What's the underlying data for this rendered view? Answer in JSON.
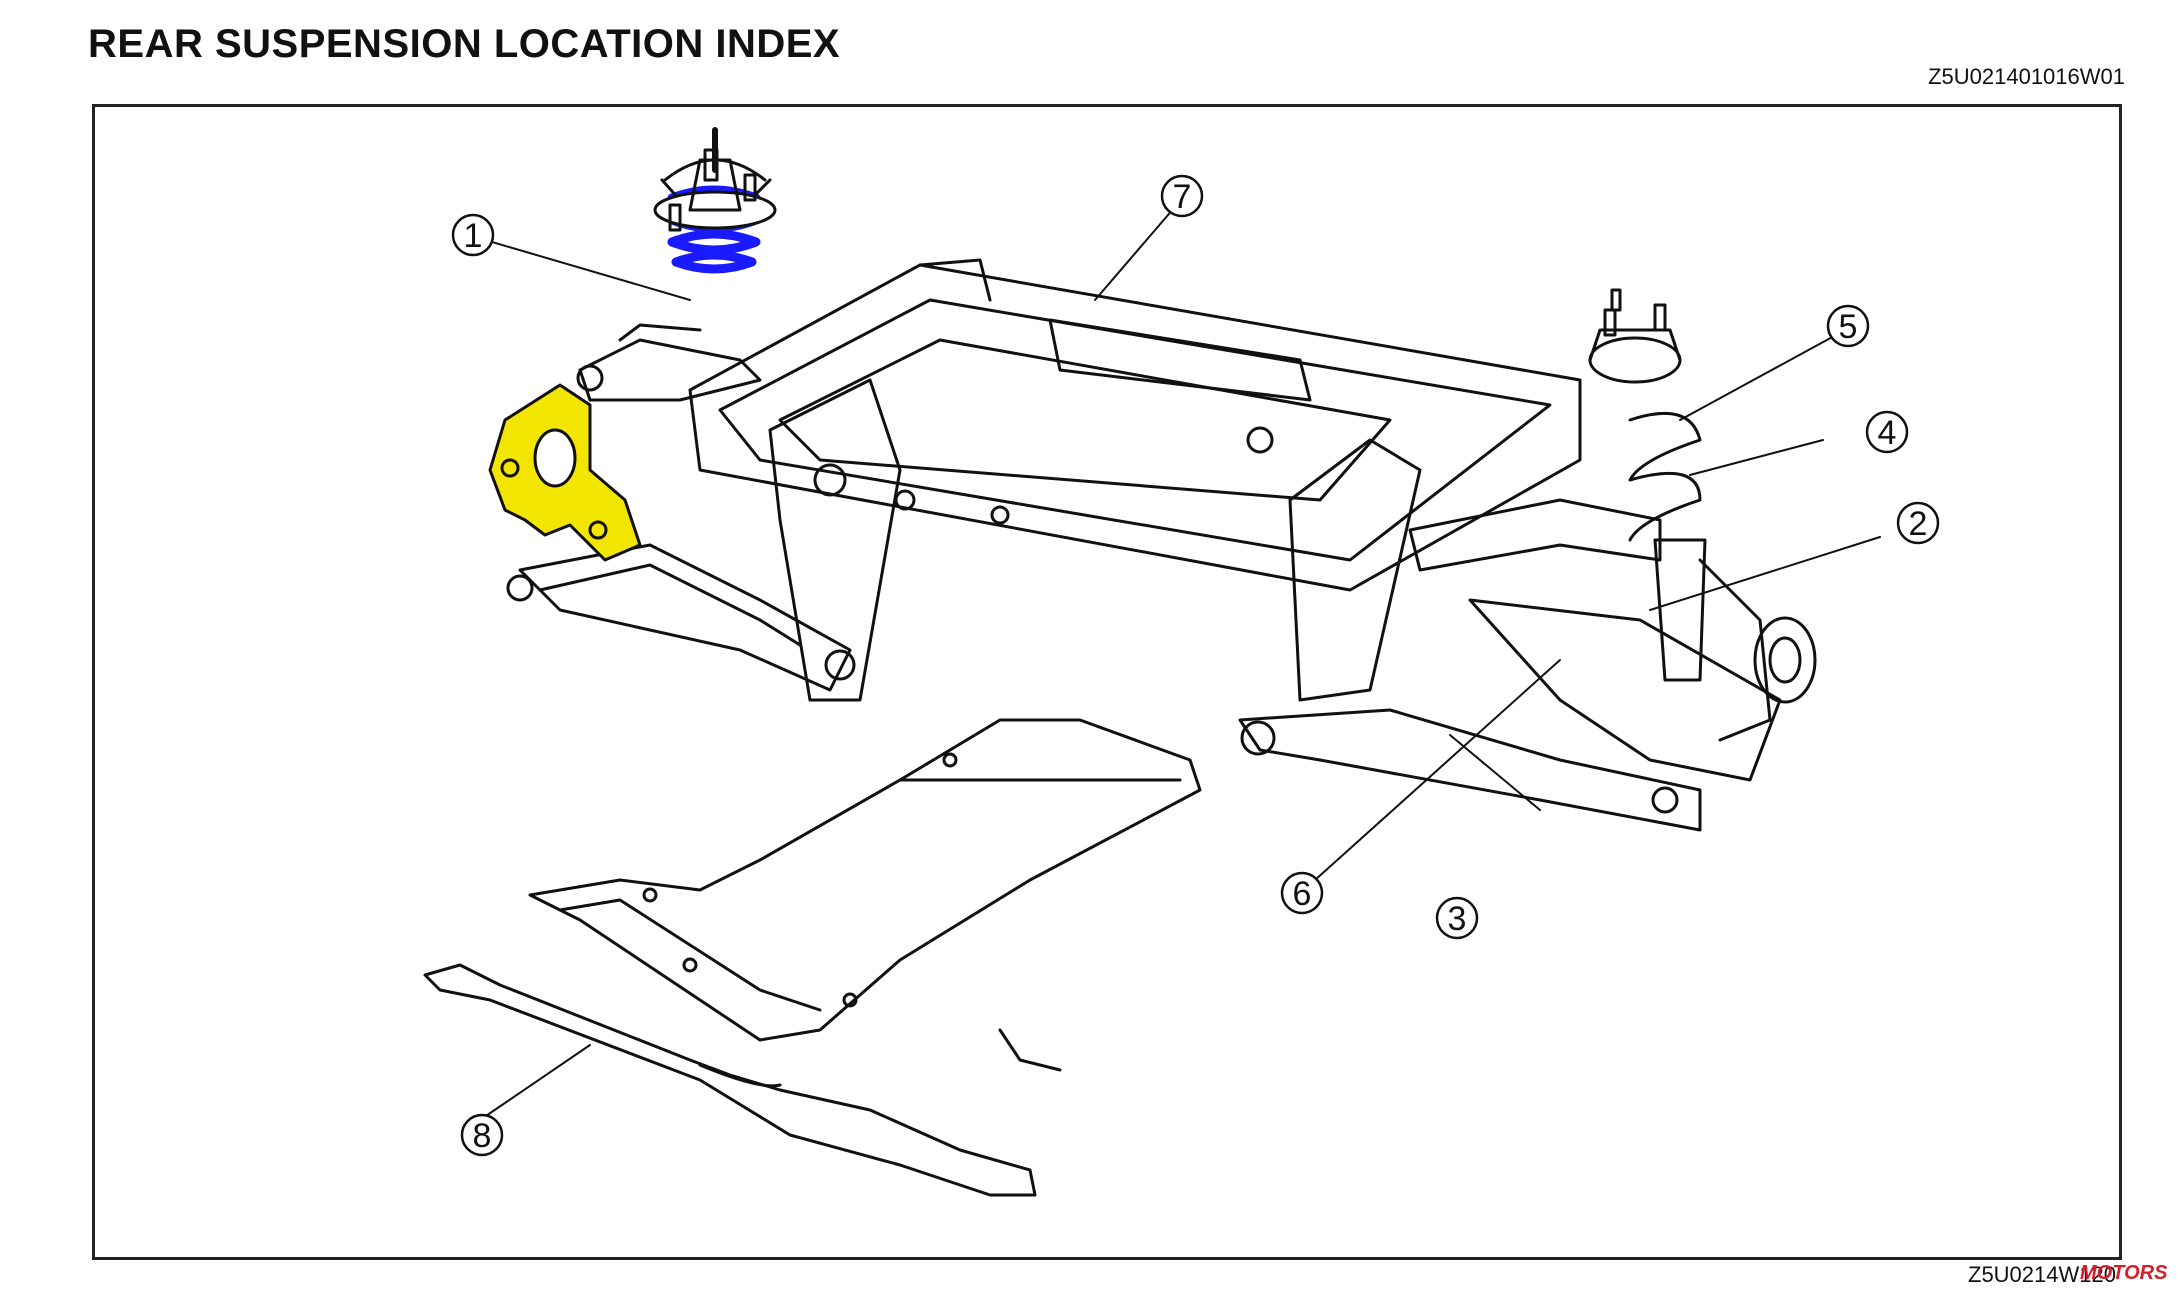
{
  "title": "REAR SUSPENSION LOCATION INDEX",
  "figure_code_top": "Z5U021401016W01",
  "figure_code_bottom": "Z5U0214W120",
  "callouts": [
    "1",
    "2",
    "3",
    "4",
    "5",
    "6",
    "7",
    "8"
  ],
  "highlight_colors": {
    "coil_spring": "#1a1aff",
    "knuckle": "#f2e600"
  }
}
